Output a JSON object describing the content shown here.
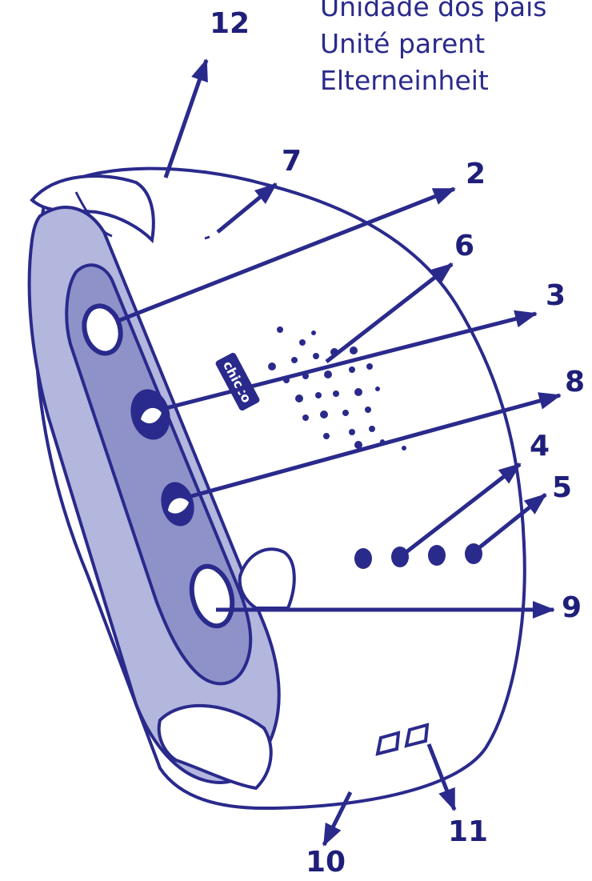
{
  "title_lines": [
    "Unidade dos pais",
    "Unité parent",
    "Elterneinheit"
  ],
  "brand_badge": "chicco",
  "colors": {
    "ink": "#2a2a8c",
    "label": "#1f1f7a",
    "panel_outer": "#b3b6dd",
    "panel_inner": "#8e92c9",
    "body": "#ffffff"
  },
  "callouts": [
    {
      "id": "12",
      "label": "12"
    },
    {
      "id": "7",
      "label": "7"
    },
    {
      "id": "2",
      "label": "2"
    },
    {
      "id": "6",
      "label": "6"
    },
    {
      "id": "3",
      "label": "3"
    },
    {
      "id": "8",
      "label": "8"
    },
    {
      "id": "4",
      "label": "4"
    },
    {
      "id": "5",
      "label": "5"
    },
    {
      "id": "9",
      "label": "9"
    },
    {
      "id": "11",
      "label": "11"
    },
    {
      "id": "10",
      "label": "10"
    }
  ]
}
